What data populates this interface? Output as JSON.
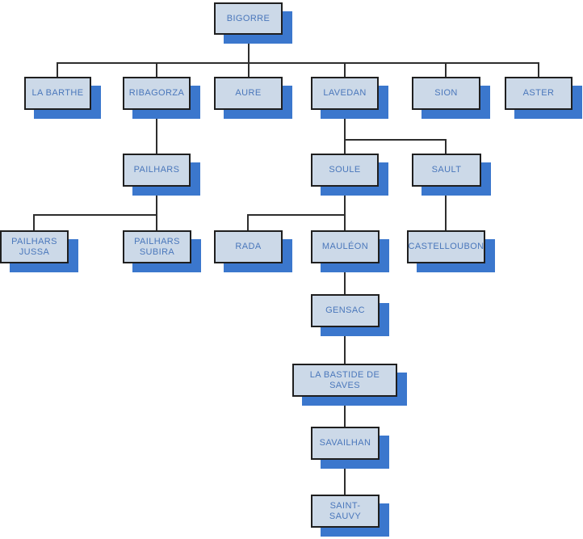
{
  "diagram": {
    "type": "org-chart",
    "colors": {
      "node_fill": "#ccd9e8",
      "node_border": "#1f1f1f",
      "node_shadow_blue": "#3b77cd",
      "node_text": "#4a77bb",
      "connector_line": "#2e2e2e",
      "background": "#ffffff"
    },
    "nodes": [
      {
        "id": "bigorre",
        "label": "BIGORRE",
        "parent": null
      },
      {
        "id": "la-barthe",
        "label": "LA BARTHE",
        "parent": "bigorre"
      },
      {
        "id": "ribagorza",
        "label": "RIBAGORZA",
        "parent": "bigorre"
      },
      {
        "id": "aure",
        "label": "AURE",
        "parent": "bigorre"
      },
      {
        "id": "lavedan",
        "label": "LAVEDAN",
        "parent": "bigorre"
      },
      {
        "id": "sion",
        "label": "SION",
        "parent": "bigorre"
      },
      {
        "id": "aster",
        "label": "ASTER",
        "parent": "bigorre"
      },
      {
        "id": "pailhars",
        "label": "PAILHARS",
        "parent": "ribagorza"
      },
      {
        "id": "soule",
        "label": "SOULE",
        "parent": "lavedan"
      },
      {
        "id": "sault",
        "label": "SAULT",
        "parent": "lavedan"
      },
      {
        "id": "pailhars-jussa",
        "label": "PAILHARS JUSSA",
        "parent": "pailhars"
      },
      {
        "id": "pailhars-subira",
        "label": "PAILHARS SUBIRA",
        "parent": "pailhars"
      },
      {
        "id": "rada",
        "label": "RADA",
        "parent": "soule"
      },
      {
        "id": "mauleon",
        "label": "MAULÉON",
        "parent": "soule"
      },
      {
        "id": "castelloubon",
        "label": "CASTELLOUBON",
        "parent": "sault"
      },
      {
        "id": "gensac",
        "label": "GENSAC",
        "parent": "mauleon"
      },
      {
        "id": "la-bastide-de-saves",
        "label": "LA BASTIDE DE SAVES",
        "parent": "gensac"
      },
      {
        "id": "savailhan",
        "label": "SAVAILHAN",
        "parent": "la-bastide-de-saves"
      },
      {
        "id": "saint-sauvy",
        "label": "SAINT-SAUVY",
        "parent": "savailhan"
      }
    ]
  }
}
